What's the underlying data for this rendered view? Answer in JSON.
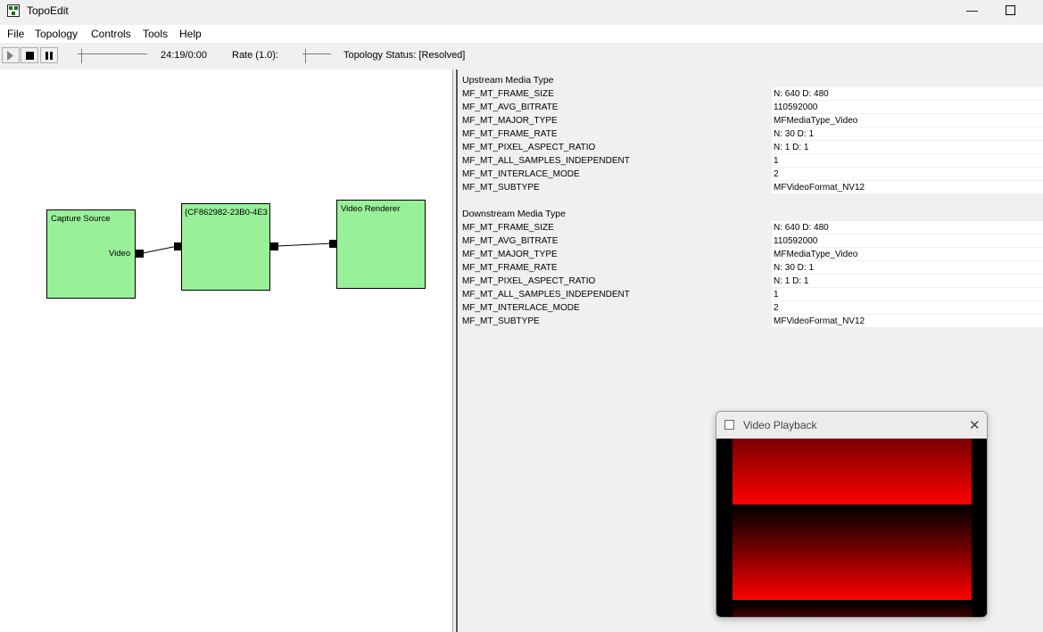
{
  "window": {
    "title": "TopoEdit",
    "minimize_glyph": "—"
  },
  "menu": [
    "File",
    "Topology",
    "Controls",
    "Tools",
    "Help"
  ],
  "toolbar": {
    "play_icon": "play-icon",
    "stop_icon": "stop-icon",
    "pause_icon": "pause-icon",
    "time": "24:19/0:00",
    "rate_label": "Rate (1.0):",
    "status": "Topology Status: [Resolved]"
  },
  "topology": {
    "nodes": [
      {
        "title": "Capture Source",
        "output_label": "Video"
      },
      {
        "title": "{CF862982-23B0-4E3"
      },
      {
        "title": "Video Renderer"
      }
    ]
  },
  "properties": {
    "upstream": {
      "header": "Upstream Media Type",
      "rows": [
        {
          "name": "MF_MT_FRAME_SIZE",
          "value": "N: 640  D: 480"
        },
        {
          "name": "MF_MT_AVG_BITRATE",
          "value": "110592000"
        },
        {
          "name": "MF_MT_MAJOR_TYPE",
          "value": "MFMediaType_Video"
        },
        {
          "name": "MF_MT_FRAME_RATE",
          "value": "N: 30  D: 1"
        },
        {
          "name": "MF_MT_PIXEL_ASPECT_RATIO",
          "value": "N: 1  D: 1"
        },
        {
          "name": "MF_MT_ALL_SAMPLES_INDEPENDENT",
          "value": "1"
        },
        {
          "name": "MF_MT_INTERLACE_MODE",
          "value": "2"
        },
        {
          "name": "MF_MT_SUBTYPE",
          "value": "MFVideoFormat_NV12"
        }
      ]
    },
    "downstream": {
      "header": "Downstream Media Type",
      "rows": [
        {
          "name": "MF_MT_FRAME_SIZE",
          "value": "N: 640  D: 480"
        },
        {
          "name": "MF_MT_AVG_BITRATE",
          "value": "110592000"
        },
        {
          "name": "MF_MT_MAJOR_TYPE",
          "value": "MFMediaType_Video"
        },
        {
          "name": "MF_MT_FRAME_RATE",
          "value": "N: 30  D: 1"
        },
        {
          "name": "MF_MT_PIXEL_ASPECT_RATIO",
          "value": "N: 1  D: 1"
        },
        {
          "name": "MF_MT_ALL_SAMPLES_INDEPENDENT",
          "value": "1"
        },
        {
          "name": "MF_MT_INTERLACE_MODE",
          "value": "2"
        },
        {
          "name": "MF_MT_SUBTYPE",
          "value": "MFVideoFormat_NV12"
        }
      ]
    }
  },
  "playback_window": {
    "title": "Video Playback",
    "close_glyph": "✕"
  },
  "colors": {
    "node_fill": "#98f098",
    "video_red": "#ff0000"
  }
}
